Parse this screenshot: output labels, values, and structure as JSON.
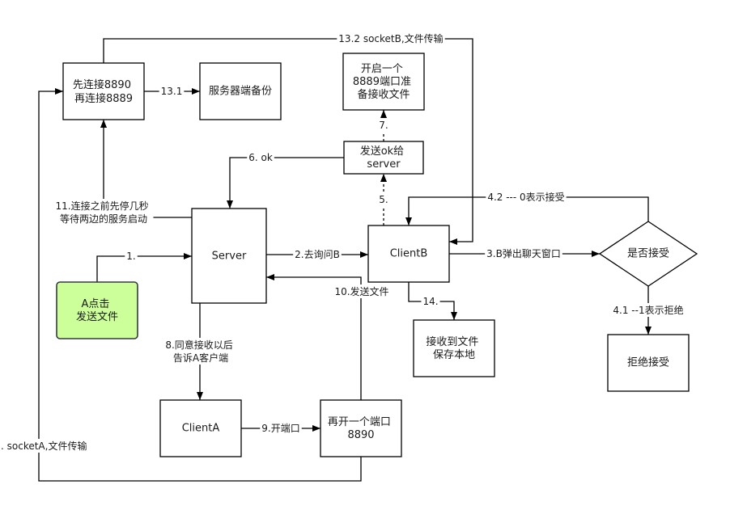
{
  "nodes": {
    "connect": {
      "line1": "先连接8890",
      "line2": "再连接8889"
    },
    "server_backup": {
      "label": "服务器端备份"
    },
    "open_8889": {
      "line1": "开启一个",
      "line2": "8889端口准",
      "line3": "备接收文件"
    },
    "send_ok": {
      "line1": "发送ok给",
      "line2": "server"
    },
    "server": {
      "label": "Server"
    },
    "client_b": {
      "label": "ClientB"
    },
    "accept_decision": {
      "label": "是否接受"
    },
    "reject": {
      "label": "拒绝接受"
    },
    "a_send": {
      "line1": "A点击",
      "line2": "发送文件"
    },
    "receive_save": {
      "line1": "接收到文件",
      "line2": "保存本地"
    },
    "client_a": {
      "label": "ClientA"
    },
    "open_8890": {
      "line1": "再开一个端口",
      "line2": "8890"
    }
  },
  "edges": {
    "e1": "1.",
    "e2": "2.去询问B",
    "e3": "3.B弹出聊天窗口",
    "e4_1": "4.1 --1表示拒绝",
    "e4_2": "4.2 --- 0表示接受",
    "e5": "5.",
    "e6": "6. ok",
    "e7": "7.",
    "e8": {
      "line1": "8.同意接收以后",
      "line2": "告诉A客户端"
    },
    "e9": "9.开端口",
    "e10": "10.发送文件",
    "e11": {
      "line1": "11.连接之前先停几秒",
      "line2": "等待两边的服务启动"
    },
    "e12": ". socketA,文件传输",
    "e13_1": "13.1",
    "e13_2": "13.2 socketB,文件传输",
    "e14": "14."
  },
  "colors": {
    "line": "#000000",
    "text": "#1a1a1a",
    "box_fill": "#ffffff",
    "start_fill": "#ccff99",
    "start_border": "#36393d",
    "background": "#ffffff"
  }
}
